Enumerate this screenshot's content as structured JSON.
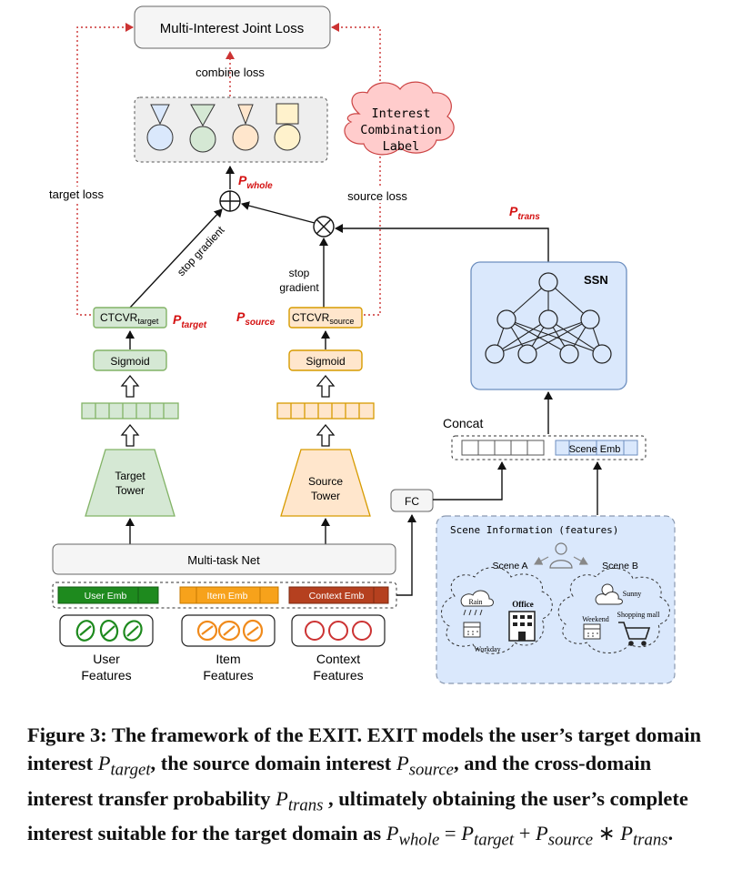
{
  "diagram": {
    "top_loss": "Multi-Interest Joint Loss",
    "combine_loss": "combine loss",
    "target_loss": "target loss",
    "source_loss": "source loss",
    "cloud_label": [
      "Interest",
      "Combination",
      "Label"
    ],
    "p_whole": "P",
    "p_whole_sub": "whole",
    "p_trans": "P",
    "p_trans_sub": "trans",
    "p_target": "P",
    "p_target_sub": "target",
    "p_source": "P",
    "p_source_sub": "source",
    "stop_gradient_left": "stop gradient",
    "stop_gradient_right_1": "stop",
    "stop_gradient_right_2": "gradient",
    "ctcvr": "CTCVR",
    "ctcvr_target_sub": "target",
    "ctcvr_source_sub": "source",
    "sigmoid": "Sigmoid",
    "target_tower": [
      "Target",
      "Tower"
    ],
    "source_tower": [
      "Source",
      "Tower"
    ],
    "multitask_net": "Multi-task Net",
    "user_emb": "User Emb",
    "item_emb": "Item Emb",
    "context_emb": "Context Emb",
    "user_features": [
      "User",
      "Features"
    ],
    "item_features": [
      "Item",
      "Features"
    ],
    "context_features": [
      "Context",
      "Features"
    ],
    "fc": "FC",
    "concat": "Concat",
    "scene_emb": "Scene Emb",
    "ssn": "SSN",
    "scene_info": "Scene Information (features)",
    "scene_a": "Scene A",
    "scene_b": "Scene B",
    "rain": "Rain",
    "office": "Office",
    "workday": "Workday",
    "sunny": "Sunny",
    "weekend": "Weekend",
    "shopping_mall": "Shopping mall"
  },
  "caption": {
    "lead": "Figure 3: The framework of the EXIT. EXIT models the user’s target domain interest ",
    "m1": "P",
    "m1_sub": "target",
    "t2": ", the source domain interest ",
    "m2": "P",
    "m2_sub": "source",
    "t3": ", and the cross-domain interest transfer probability ",
    "m3": "P",
    "m3_sub": "trans",
    "t4": " , ultimately obtaining the user’s complete interest suitable for the target domain as ",
    "m4": "P",
    "m4_sub": "whole",
    "eq": " = ",
    "m5": "P",
    "m5_sub": "target",
    "plus": " + ",
    "m6": "P",
    "m6_sub": "source",
    "times": " ∗ ",
    "m7": "P",
    "m7_sub": "trans",
    "end": "."
  },
  "colors": {
    "accent_red": "#d41111",
    "green_fill": "#d5e8d4",
    "green_stroke": "#82b366",
    "orange_fill": "#ffe6cc",
    "orange_stroke": "#d79b00",
    "blue_fill": "#dae8fc",
    "blue_stroke": "#6c8ebf",
    "cloud_fill": "#ffcccc",
    "cloud_stroke": "#cc4444",
    "user_emb": "#1e8a1e",
    "item_emb": "#f7a21b",
    "context_emb": "#b5401f"
  }
}
